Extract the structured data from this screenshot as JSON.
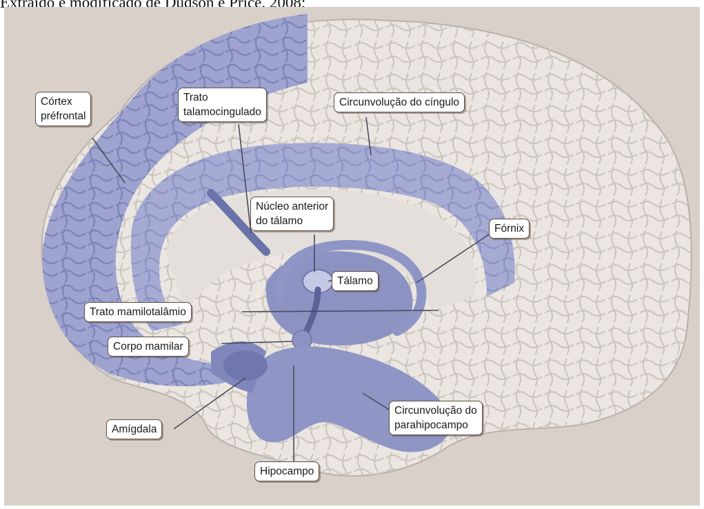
{
  "caption": "Extraído e modificado de Dudson e Price, 2008;",
  "colors": {
    "background": "#d9d1c9",
    "brain_tissue": "#ebe6e1",
    "highlight": "#8f96c6",
    "leader_line": "#4a4a5a"
  },
  "labels": {
    "cortex_prefrontal": [
      "Córtex",
      "préfrontal"
    ],
    "trato_talamocingulado": [
      "Trato",
      "talamocingulado"
    ],
    "circunvolucao_cingulo": "Circunvolução do cíngulo",
    "nucleo_anterior_talamo": [
      "Núcleo anterior",
      "do tálamo"
    ],
    "fornix": "Fórnix",
    "talamo": "Tálamo",
    "trato_mamilotalamico": "Trato mamilotalâmio",
    "corpo_mamilar": "Corpo mamilar",
    "amigdala": "Amígdala",
    "circunvolucao_parahipocampo": [
      "Circunvolução do",
      "parahipocampo"
    ],
    "hipocampo": "Hipocampo"
  }
}
